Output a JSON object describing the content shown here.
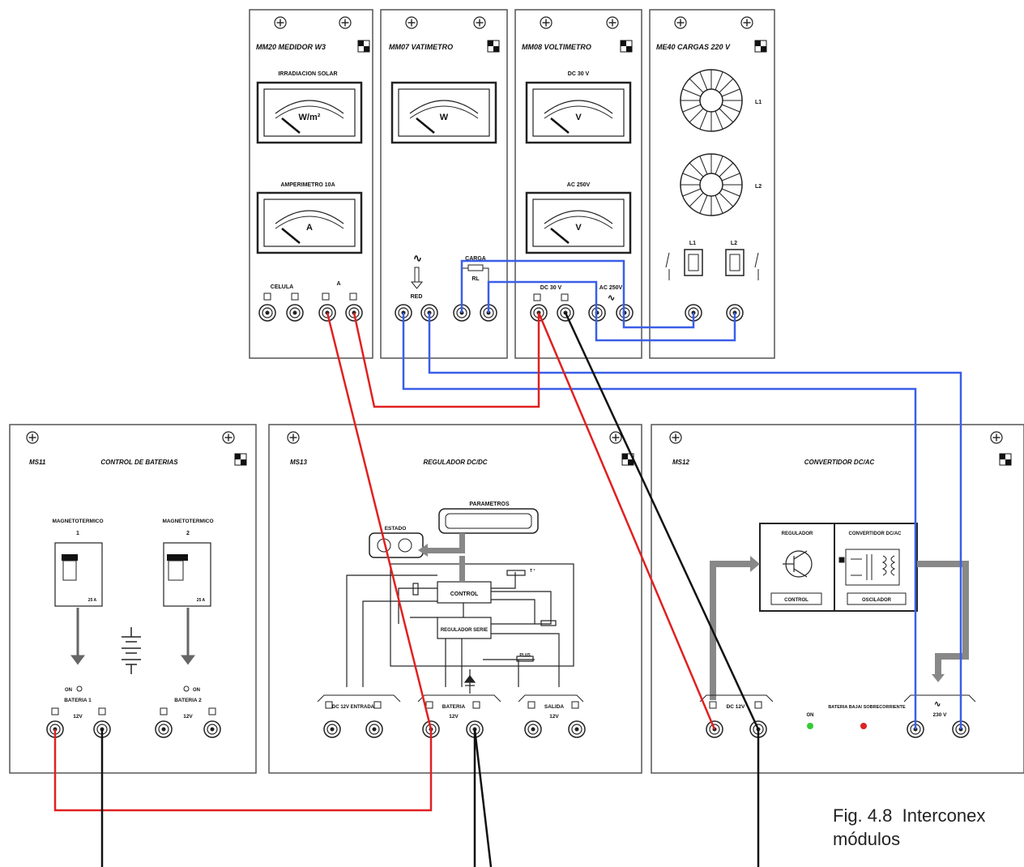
{
  "modules_top": {
    "mm20": {
      "title": "MM20 MEDIDOR W3",
      "meter1_title": "IRRADIACION SOLAR",
      "meter1_unit": "W/m²",
      "meter2_title": "AMPERIMETRO 10A",
      "meter2_unit": "A",
      "celula_label": "CELULA",
      "a_label": "A"
    },
    "mm07": {
      "title": "MM07 VATIMETRO",
      "meter_unit": "W",
      "red_label": "RED",
      "carga_label": "CARGA",
      "rl_label": "RL"
    },
    "mm08": {
      "title": "MM08 VOLTIMETRO",
      "meter1_title": "DC 30 V",
      "meter1_unit": "V",
      "meter2_title": "AC 250V",
      "meter2_unit": "V",
      "dc_label": "DC 30 V",
      "ac_label": "AC 250V"
    },
    "me40": {
      "title": "ME40 CARGAS 220 V",
      "l1_label": "L1",
      "l2_label": "L2"
    }
  },
  "modules_bottom": {
    "ms11": {
      "code": "MS11",
      "title": "CONTROL DE BATERIAS",
      "breaker1_title": "MAGNETOTERMICO",
      "breaker1_num": "1",
      "breaker1_rating": "25 A",
      "breaker2_title": "MAGNETOTERMICO",
      "breaker2_num": "2",
      "breaker2_rating": "25 A",
      "on1": "ON",
      "on2": "ON",
      "bat1_label": "BATERIA 1",
      "bat2_label": "BATERIA 2",
      "v1": "12V",
      "v2": "12V"
    },
    "ms13": {
      "code": "MS13",
      "title": "REGULADOR DC/DC",
      "parametros": "PARAMETROS",
      "estado": "ESTADO",
      "control": "CONTROL",
      "regulador_serie": "REGULADOR SERIE",
      "t_label": "T °",
      "pwm_label": "PLUS",
      "entrada_label": "DC 12V ENTRADA",
      "bateria_label": "BATERIA",
      "bateria_v": "12V",
      "salida_label": "SALIDA",
      "salida_v": "12V"
    },
    "ms12": {
      "code": "MS12",
      "title": "CONVERTIDOR DC/AC",
      "regulador": "REGULADOR",
      "control": "CONTROL",
      "convertidor": "CONVERTIDOR DC/AC",
      "oscilador": "OSCILADOR",
      "dc_label": "DC 12V",
      "on_label": "ON",
      "bateria_baja": "BATERIA BAJA/ SOBRECORRIENTE",
      "ac_label": "230 V"
    }
  },
  "caption": {
    "line1": "Fig. 4.8  Interconex",
    "line2": "módulos"
  },
  "colors": {
    "red_wire": "#e02020",
    "blue_wire": "#3a5ee8",
    "black_wire": "#111111",
    "panel_border": "#555555",
    "led_green": "#33cc33",
    "led_red": "#dd2222"
  }
}
